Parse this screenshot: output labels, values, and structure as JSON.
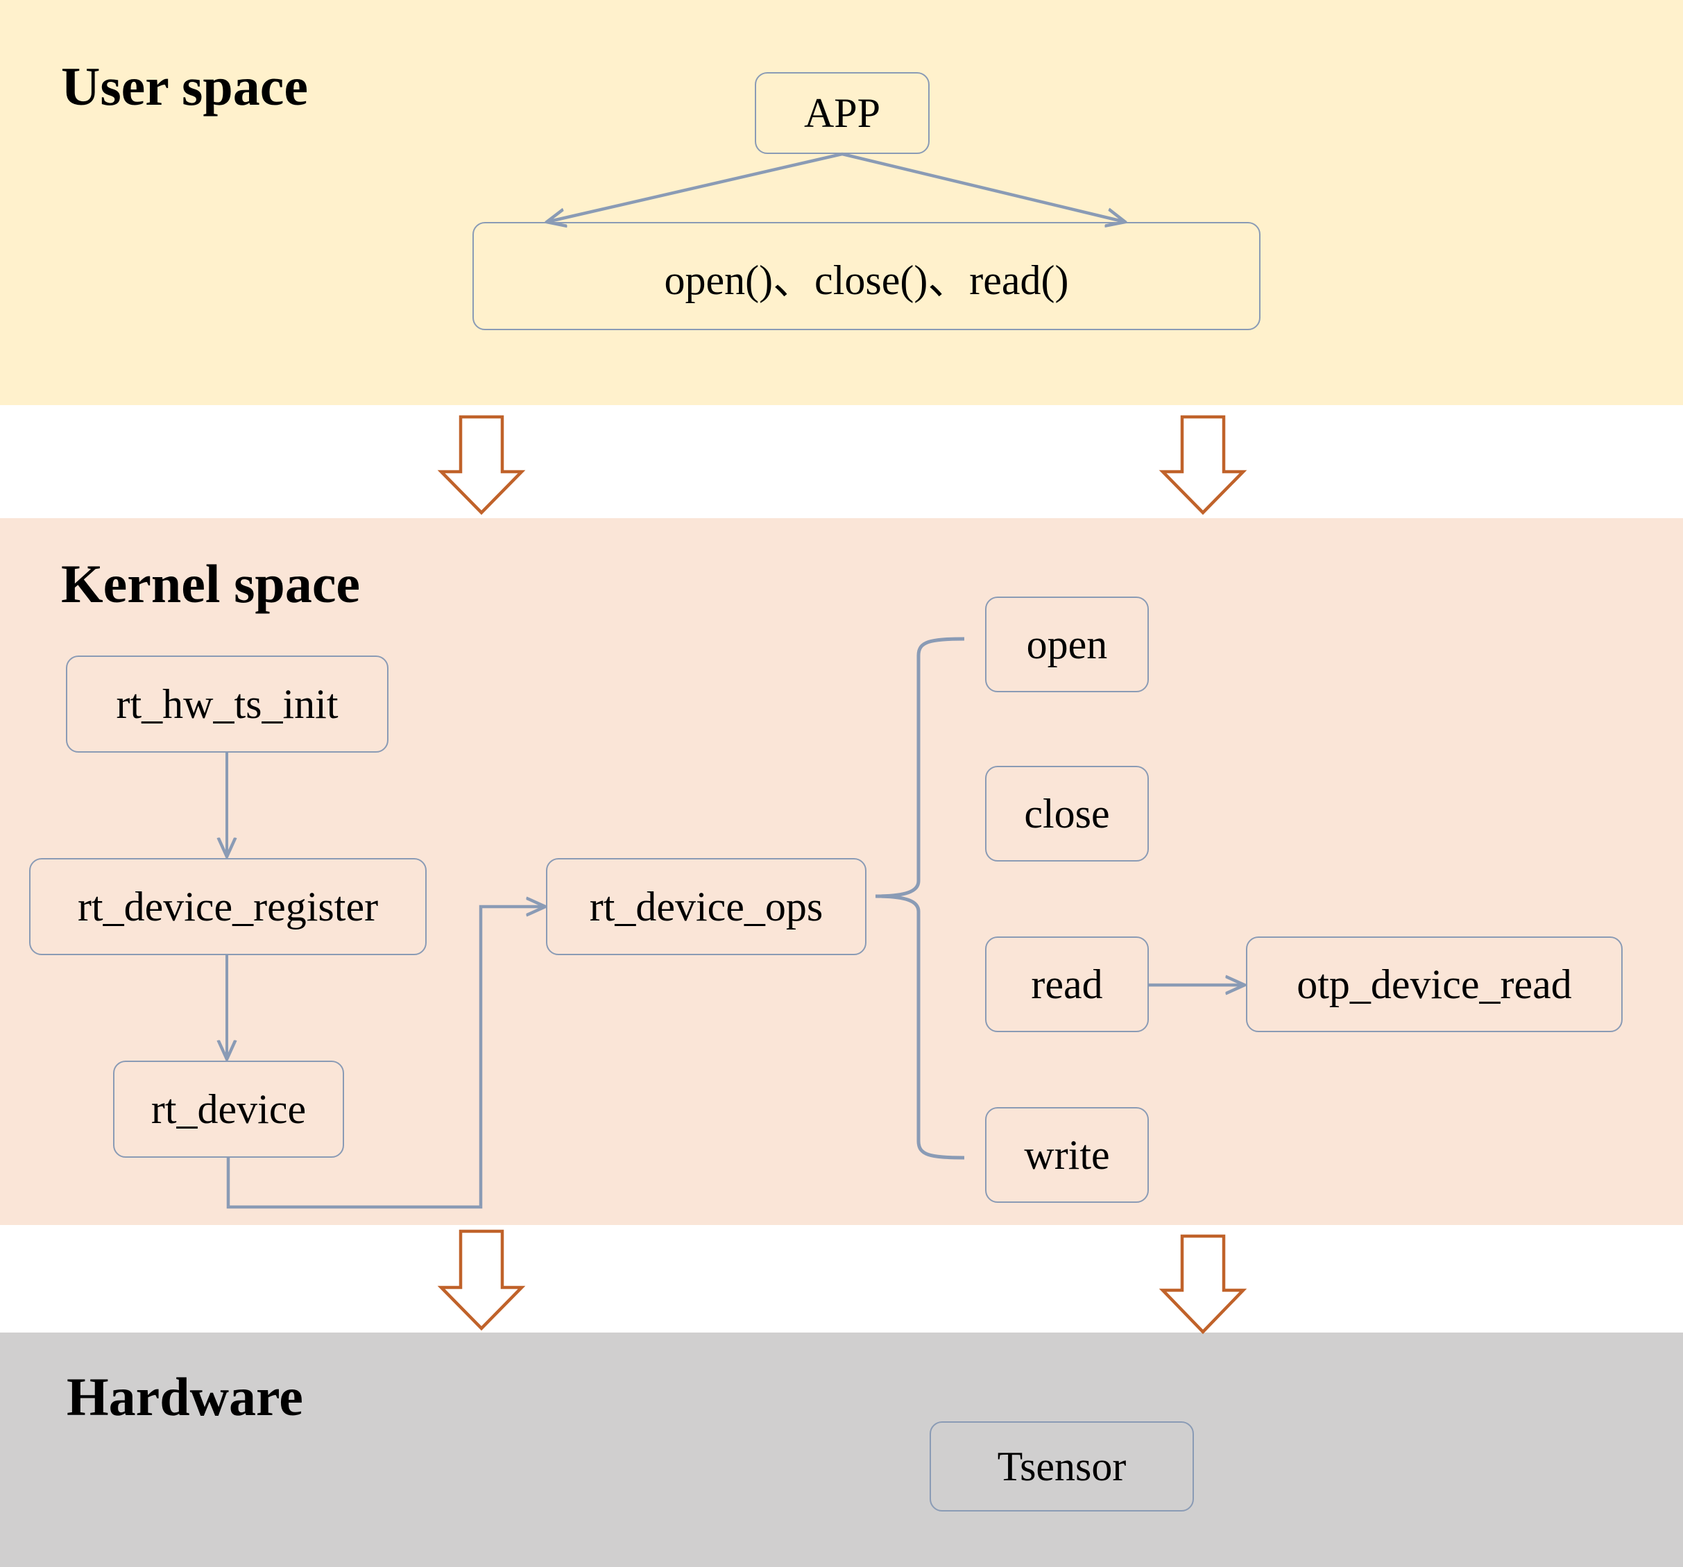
{
  "bands": {
    "user": {
      "title": "User space",
      "color": "#fff1cc"
    },
    "kernel": {
      "title": "Kernel space",
      "color": "#fae5d7"
    },
    "hardware": {
      "title": "Hardware",
      "color": "#d0cfcf"
    }
  },
  "nodes": {
    "app": "APP",
    "syscalls": "open()、close()、read()",
    "hw_ts_init": "rt_hw_ts_init",
    "device_register": "rt_device_register",
    "device": "rt_device",
    "device_ops": "rt_device_ops",
    "op_open": "open",
    "op_close": "close",
    "op_read": "read",
    "op_write": "write",
    "otp_read": "otp_device_read",
    "tsensor": "Tsensor"
  },
  "colors": {
    "connector": "#8a9bb5",
    "layer_arrow": "#c0622a"
  }
}
